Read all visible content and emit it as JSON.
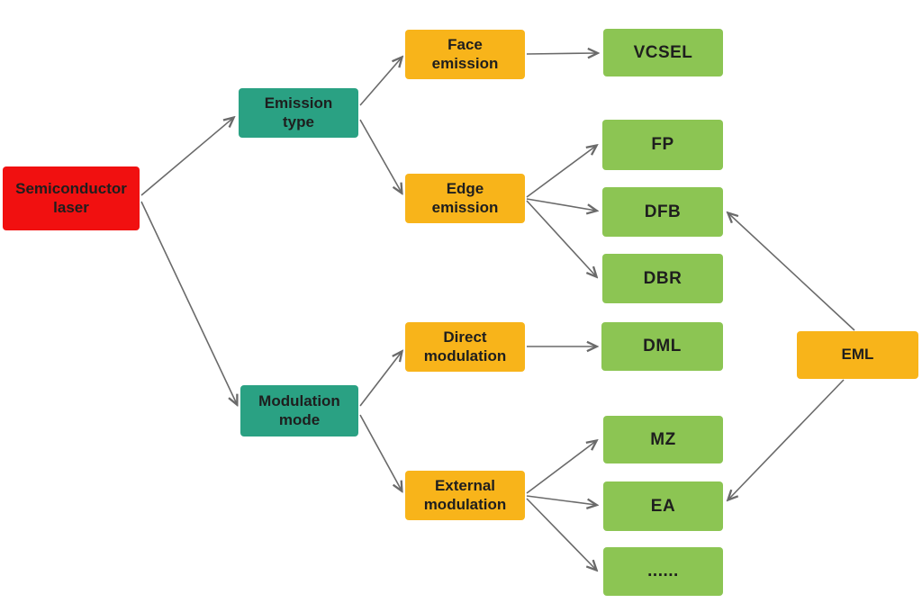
{
  "diagram": {
    "type": "flowchart",
    "description": "Semiconductor laser classification tree",
    "background": "#ffffff",
    "nodes": {
      "semiconductor_laser": {
        "label": "Semiconductor\nlaser",
        "color": "#F11010",
        "role": "root"
      },
      "emission_type": {
        "label": "Emission\ntype",
        "color": "#2AA183",
        "role": "category"
      },
      "modulation_mode": {
        "label": "Modulation\nmode",
        "color": "#2AA183",
        "role": "category"
      },
      "face_emission": {
        "label": "Face\nemission",
        "color": "#F8B41A",
        "role": "stage"
      },
      "edge_emission": {
        "label": "Edge\nemission",
        "color": "#F8B41A",
        "role": "stage"
      },
      "direct_modulation": {
        "label": "Direct\nmodulation",
        "color": "#F8B41A",
        "role": "stage"
      },
      "external_modulation": {
        "label": "External\nmodulation",
        "color": "#F8B41A",
        "role": "stage"
      },
      "vcsel": {
        "label": "VCSEL",
        "color": "#8CC553",
        "role": "leaf"
      },
      "fp": {
        "label": "FP",
        "color": "#8CC553",
        "role": "leaf"
      },
      "dfb": {
        "label": "DFB",
        "color": "#8CC553",
        "role": "leaf"
      },
      "dbr": {
        "label": "DBR",
        "color": "#8CC553",
        "role": "leaf"
      },
      "dml": {
        "label": "DML",
        "color": "#8CC553",
        "role": "leaf"
      },
      "mz": {
        "label": "MZ",
        "color": "#8CC553",
        "role": "leaf"
      },
      "ea": {
        "label": "EA",
        "color": "#8CC553",
        "role": "leaf"
      },
      "more": {
        "label": "......",
        "color": "#8CC553",
        "role": "leaf"
      },
      "eml": {
        "label": "EML",
        "color": "#F8B41A",
        "role": "stage"
      }
    },
    "edges": [
      {
        "from": "semiconductor_laser",
        "to": "emission_type"
      },
      {
        "from": "semiconductor_laser",
        "to": "modulation_mode"
      },
      {
        "from": "emission_type",
        "to": "face_emission"
      },
      {
        "from": "emission_type",
        "to": "edge_emission"
      },
      {
        "from": "face_emission",
        "to": "vcsel"
      },
      {
        "from": "edge_emission",
        "to": "fp"
      },
      {
        "from": "edge_emission",
        "to": "dfb"
      },
      {
        "from": "edge_emission",
        "to": "dbr"
      },
      {
        "from": "modulation_mode",
        "to": "direct_modulation"
      },
      {
        "from": "modulation_mode",
        "to": "external_modulation"
      },
      {
        "from": "direct_modulation",
        "to": "dml"
      },
      {
        "from": "external_modulation",
        "to": "mz"
      },
      {
        "from": "external_modulation",
        "to": "ea"
      },
      {
        "from": "external_modulation",
        "to": "more"
      },
      {
        "from": "eml",
        "to": "dfb"
      },
      {
        "from": "eml",
        "to": "ea"
      }
    ],
    "colors": {
      "root": "#F11010",
      "category": "#2AA183",
      "stage": "#F8B41A",
      "leaf": "#8CC553",
      "arrow": "#6A6A6A",
      "text": "#1E1E1E"
    }
  }
}
